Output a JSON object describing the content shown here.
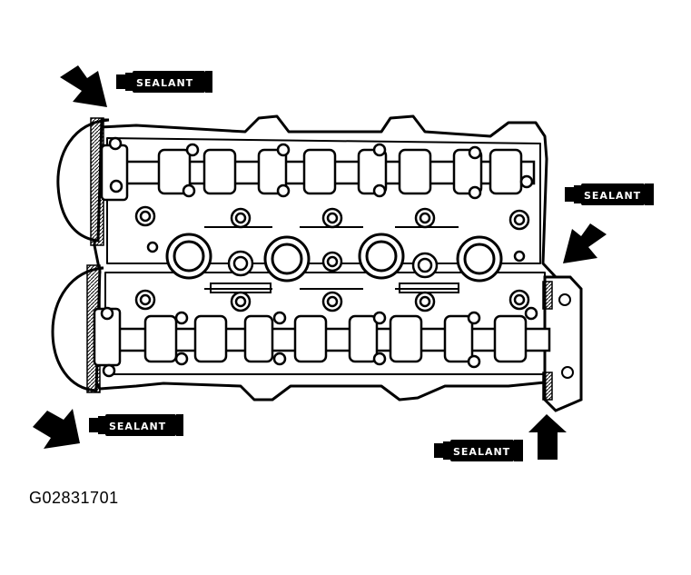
{
  "figure": {
    "code": "G02831701"
  },
  "callouts": [
    {
      "id": "top-left",
      "label": "SEALANT"
    },
    {
      "id": "right-upper",
      "label": "SEALANT"
    },
    {
      "id": "bottom-left",
      "label": "SEALANT"
    },
    {
      "id": "bottom-right",
      "label": "SEALANT"
    }
  ],
  "colors": {
    "ink": "#000000",
    "paper": "#ffffff"
  }
}
